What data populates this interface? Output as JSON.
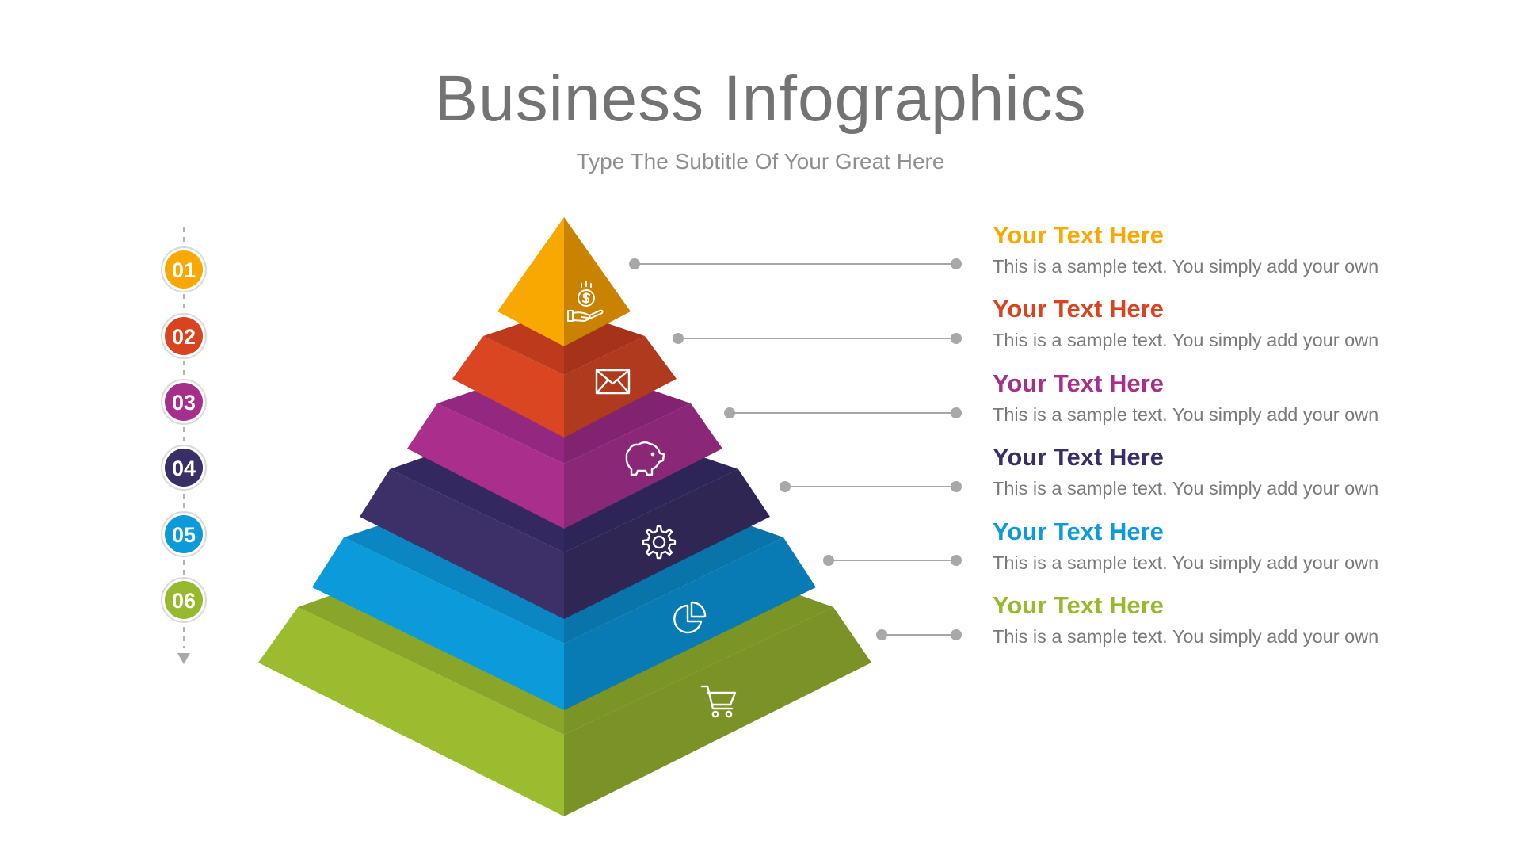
{
  "title": "Business Infographics",
  "subtitle": "Type The Subtitle Of Your Great Here",
  "levels": [
    {
      "number": "01",
      "heading": "Your Text Here",
      "text": "This is a sample text. You simply add your own",
      "color": "#F8A800",
      "icon": "money-hand-icon"
    },
    {
      "number": "02",
      "heading": "Your Text Here",
      "text": "This is a sample text. You simply add your own",
      "color": "#D84420",
      "icon": "envelope-icon"
    },
    {
      "number": "03",
      "heading": "Your Text Here",
      "text": "This is a sample text. You simply add your own",
      "color": "#A62F8B",
      "icon": "piggy-bank-icon"
    },
    {
      "number": "04",
      "heading": "Your Text Here",
      "text": "This is a sample text. You simply add your own",
      "color": "#3A2E67",
      "icon": "gear-icon"
    },
    {
      "number": "05",
      "heading": "Your Text Here",
      "text": "This is a sample text. You simply add your own",
      "color": "#0C9AD8",
      "icon": "pie-chart-icon"
    },
    {
      "number": "06",
      "heading": "Your Text Here",
      "text": "This is a sample text. You simply add your own",
      "color": "#98B82E",
      "icon": "shopping-cart-icon"
    }
  ]
}
